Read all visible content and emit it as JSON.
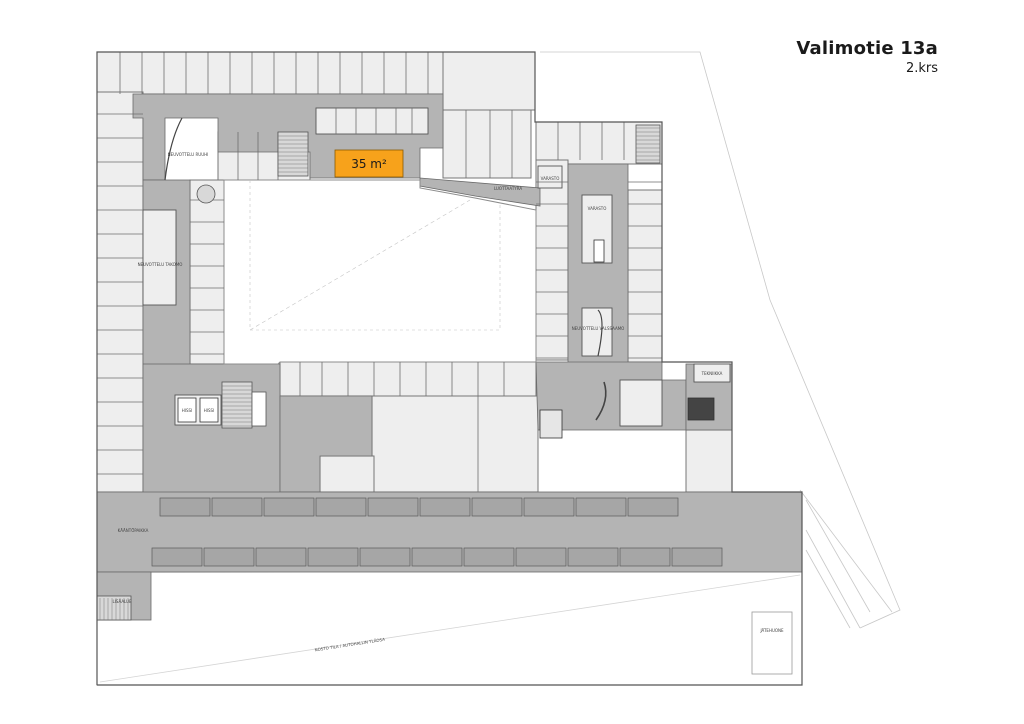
{
  "header": {
    "building": "Valimotie 13a",
    "floor": "2.krs"
  },
  "highlight": {
    "area_label": "35 m²",
    "color": "#f7a21b"
  },
  "colors": {
    "corridor": "#b4b4b4",
    "room": "#eeeeee",
    "wall": "#555555",
    "outline": "#9a9a9a"
  },
  "room_labels": {
    "neuvottelu_ruuhi": "NEUVOTTELU RUUHI",
    "neuvottelu_takomo": "NEUVOTTELU TAKOMO",
    "neuvottelu_valssaamo": "NEUVOTTELU VALSSAAMO",
    "luottaatyra": "LUOTTAATYRA",
    "varasto_1": "VARASTO",
    "varasto_2": "VARASTO",
    "tekniikka": "TEKNIIKKA",
    "hissi_1": "HISSI",
    "hissi_2": "HISSI",
    "kaantopaikka": "KÄÄNTÖPAIKKA",
    "lisaalue": "LISÄALUE",
    "autohalli": "NOSTO TILA / AUTOHALLIN YLÄOSA",
    "jatehuone": "JÄTEHUONE"
  }
}
